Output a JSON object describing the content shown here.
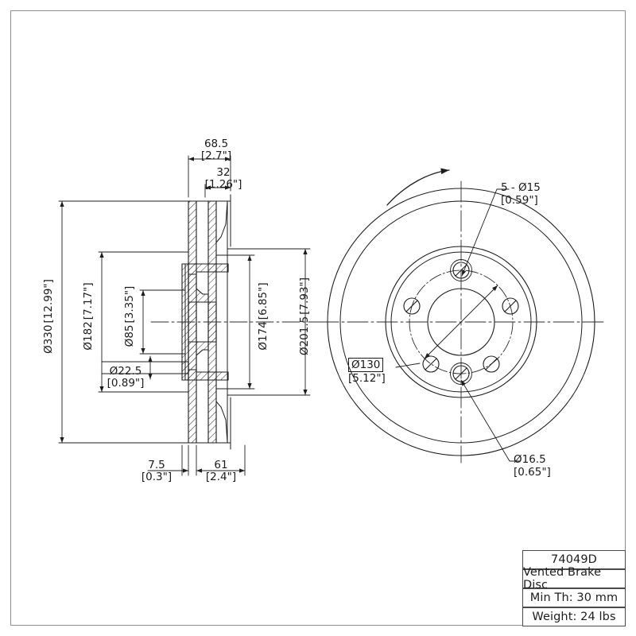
{
  "drawing": {
    "type": "engineering-drawing",
    "subject": "Vented Brake Disc (Rotor)",
    "views": [
      "section-view",
      "face-view"
    ]
  },
  "title_block": {
    "part_number": "74049D",
    "description": "Vented Brake Disc",
    "min_thickness": "Min Th: 30 mm",
    "weight": "Weight: 24 lbs"
  },
  "section_view": {
    "top_dims": [
      {
        "name": "overall-width",
        "metric": "68.5",
        "imperial": "[2.7\"]"
      },
      {
        "name": "hat-offset",
        "metric": "32",
        "imperial": "[1.26\"]"
      }
    ],
    "bottom_dims": [
      {
        "name": "hat-thickness",
        "metric": "7.5",
        "imperial": "[0.3\"]"
      },
      {
        "name": "disc-depth",
        "metric": "61",
        "imperial": "[2.4\"]"
      }
    ],
    "left_dims": [
      {
        "name": "outer-diameter",
        "metric": "Ø330",
        "imperial": "[12.99\"]"
      },
      {
        "name": "hat-diameter",
        "metric": "Ø182",
        "imperial": "[7.17\"]"
      },
      {
        "name": "center-bore",
        "metric": "Ø85",
        "imperial": "[3.35\"]"
      },
      {
        "name": "bolt-hole",
        "metric": "Ø22.5",
        "imperial": "[0.89\"]"
      }
    ],
    "right_dims": [
      {
        "name": "vane-inner-diameter",
        "metric": "Ø174",
        "imperial": "[6.85\"]"
      },
      {
        "name": "friction-inner-diameter",
        "metric": "Ø201.5",
        "imperial": "[7.93\"]"
      }
    ]
  },
  "face_view": {
    "callouts": [
      {
        "name": "lug-holes",
        "line1": "5 - Ø15",
        "line2": "[0.59\"]",
        "boxed": false
      },
      {
        "name": "bolt-circle",
        "line1": "Ø130",
        "line2": "[5.12\"]",
        "boxed": true
      },
      {
        "name": "pilot-holes",
        "line1": "Ø16.5",
        "line2": "[0.65\"]",
        "boxed": false
      }
    ],
    "rotation_arrow": "rotation-direction-arrow",
    "lug_hole_count": 5
  },
  "colors": {
    "line": "#1d1d1d",
    "border": "#8d8d90",
    "center_line": "#2b2b2b",
    "hatch": "#333333"
  }
}
